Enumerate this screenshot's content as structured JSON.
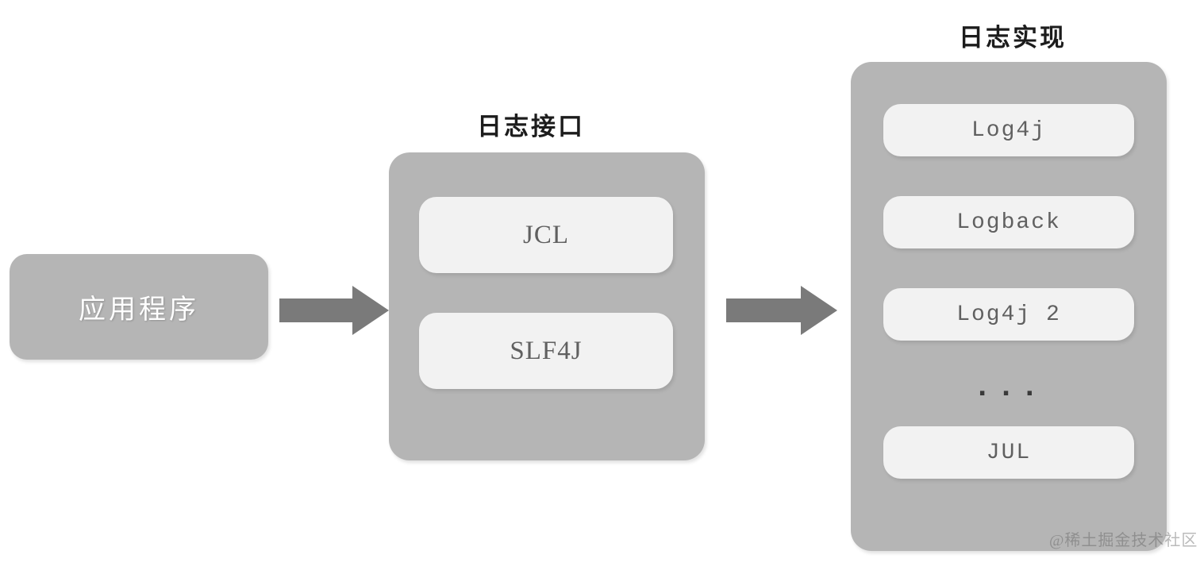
{
  "diagram": {
    "title_app": "应用程序",
    "sections": [
      {
        "name": "logging-interface",
        "title": "日志接口",
        "items": [
          {
            "label": "JCL"
          },
          {
            "label": "SLF4J"
          }
        ]
      },
      {
        "name": "logging-implementation",
        "title": "日志实现",
        "items": [
          {
            "label": "Log4j"
          },
          {
            "label": "Logback"
          },
          {
            "label": "Log4j 2"
          },
          {
            "label": "..."
          },
          {
            "label": "JUL"
          }
        ]
      }
    ],
    "arrows": [
      {
        "name": "arrow-app-to-interface",
        "icon": "right-arrow-icon"
      },
      {
        "name": "arrow-interface-to-implementation",
        "icon": "right-arrow-icon"
      }
    ],
    "watermark": "@稀土掘金技术社区",
    "colors": {
      "panel": "#b5b5b5",
      "pill": "#f2f2f2",
      "arrow": "#7a7a7a",
      "title_text": "#1c1c1c",
      "pill_text": "#606060",
      "app_text": "#ffffff",
      "background": "#ffffff"
    }
  }
}
